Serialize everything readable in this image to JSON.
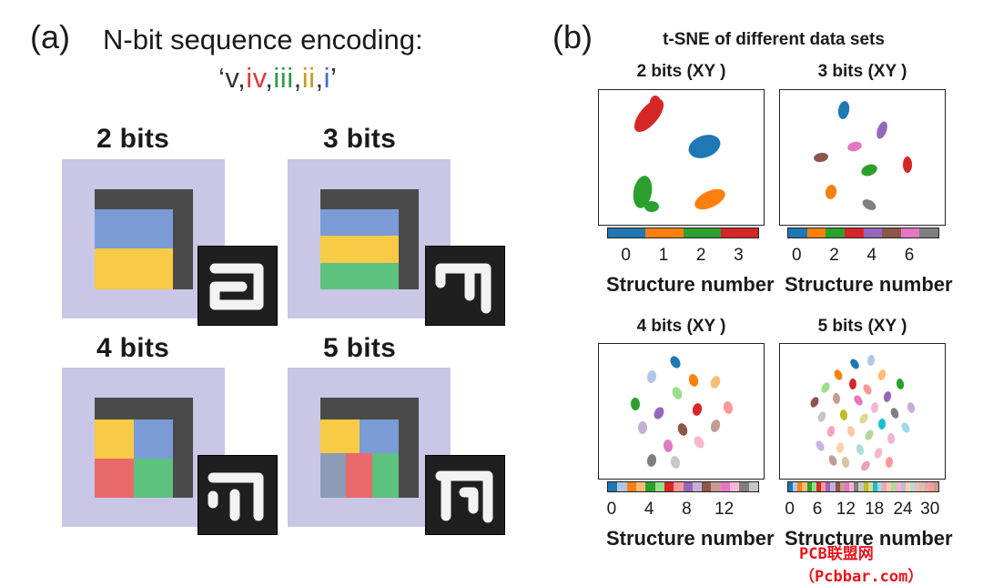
{
  "panel_a": {
    "label": "(a)",
    "heading": "N-bit sequence encoding:",
    "sequence": [
      {
        "text": "‘v,",
        "color": "#333333"
      },
      {
        "text": "iv",
        "color": "#e23a3a"
      },
      {
        "text": ",",
        "color": "#333333"
      },
      {
        "text": "iii",
        "color": "#2a9a46"
      },
      {
        "text": ",",
        "color": "#333333"
      },
      {
        "text": "ii",
        "color": "#c89a24"
      },
      {
        "text": ",",
        "color": "#333333"
      },
      {
        "text": "i",
        "color": "#3c6fc0"
      },
      {
        "text": "’",
        "color": "#333333"
      }
    ],
    "cells": [
      {
        "label": "2 bits"
      },
      {
        "label": "3 bits"
      },
      {
        "label": "4 bits"
      },
      {
        "label": "5 bits"
      }
    ],
    "colors": {
      "blue": "#7b9bd6",
      "yellow": "#f8ca45",
      "green": "#5cc27e",
      "red": "#e96a6a",
      "slate": "#8d9bb7",
      "frame": "#4a4a4a",
      "background": "#c9c6e6"
    }
  },
  "panel_b": {
    "label": "(b)",
    "title": "t-SNE of different data sets",
    "plots": [
      {
        "title": "2 bits (XY )",
        "ticks": [
          "0",
          "1",
          "2",
          "3"
        ],
        "xlabel": "Structure number",
        "colorbar": [
          "#1f77b4",
          "#ff7f0e",
          "#2ca02c",
          "#d62728"
        ]
      },
      {
        "title": "3 bits (XY )",
        "ticks": [
          "0",
          "2",
          "4",
          "6"
        ],
        "xlabel": "Structure number",
        "colorbar": [
          "#1f77b4",
          "#ff7f0e",
          "#2ca02c",
          "#d62728",
          "#9467bd",
          "#8c564b",
          "#e377c2",
          "#7f7f7f"
        ]
      },
      {
        "title": "4 bits (XY )",
        "ticks": [
          "0",
          "4",
          "8",
          "12"
        ],
        "xlabel": "Structure number",
        "colorbar": [
          "#1f77b4",
          "#aec7e8",
          "#ff7f0e",
          "#ffbb78",
          "#2ca02c",
          "#98df8a",
          "#d62728",
          "#ff9896",
          "#9467bd",
          "#c5b0d5",
          "#8c564b",
          "#c49c94",
          "#e377c2",
          "#f7b6d2",
          "#7f7f7f",
          "#c7c7c7"
        ]
      },
      {
        "title": "5 bits (XY )",
        "ticks": [
          "0",
          "6",
          "12",
          "18",
          "24",
          "30"
        ],
        "xlabel": "Structure number",
        "colorbar": [
          "#1f77b4",
          "#aec7e8",
          "#ff7f0e",
          "#ffbb78",
          "#2ca02c",
          "#98df8a",
          "#d62728",
          "#ff9896",
          "#9467bd",
          "#c5b0d5",
          "#8c564b",
          "#c49c94",
          "#e377c2",
          "#f7b6d2",
          "#7f7f7f",
          "#c7c7c7",
          "#bcbd22",
          "#dbdb8d",
          "#17becf",
          "#9edae5",
          "#f4a6b6",
          "#f9c9a8",
          "#b5d99c",
          "#f0b3d6",
          "#c6b5e3",
          "#ffd1a6",
          "#aee0d5",
          "#f6b8c3",
          "#d8c3a5",
          "#e7a5b5",
          "#ff9896",
          "#c49c94"
        ]
      }
    ]
  },
  "watermark": "PCB联盟网（Pcbbar.com）"
}
